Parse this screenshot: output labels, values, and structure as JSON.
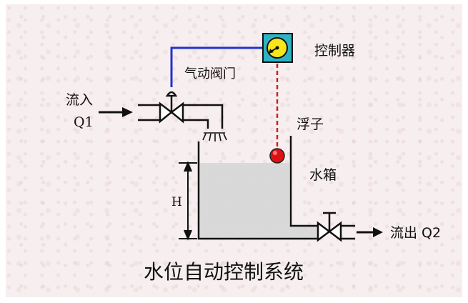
{
  "labels": {
    "controller": "控制器",
    "valve": "气动阀门",
    "inflow_line1": "流入",
    "inflow_line2": "Q1",
    "float": "浮子",
    "tank": "水箱",
    "height": "H",
    "outflow": "流出 Q2",
    "caption": "水位自动控制系统"
  },
  "colors": {
    "signal_line": "#2233cc",
    "float_link": "#cc2222",
    "float_ball": "#dd1111",
    "controller_box": "#2fb3c4",
    "controller_dial": "#f7e61c",
    "water": "#d8d8d8"
  },
  "icons": [
    "controller-dial-icon",
    "float-ball-icon",
    "inlet-valve-icon",
    "outlet-valve-icon",
    "inflow-arrow-icon",
    "outflow-arrow-icon"
  ]
}
